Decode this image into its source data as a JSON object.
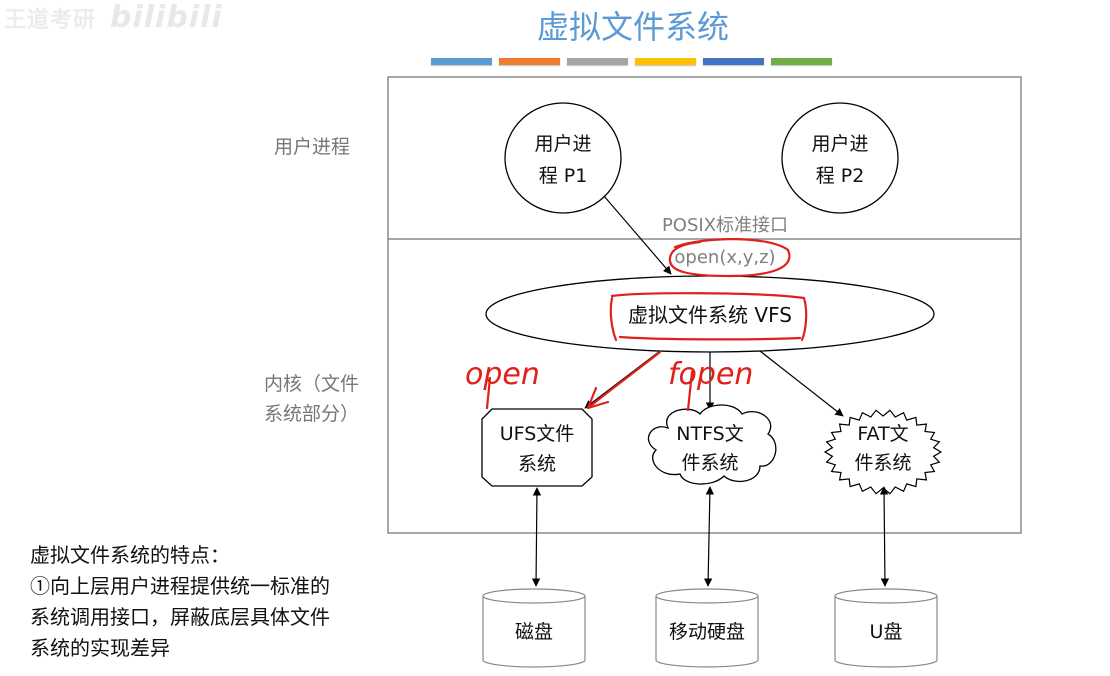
{
  "watermark": {
    "text": "王道考研",
    "brand": "bilibili"
  },
  "title": "虚拟文件系统",
  "accent_bars": [
    "#5b9bd5",
    "#ed7d31",
    "#a5a5a5",
    "#ffc000",
    "#4472c4",
    "#70ad47"
  ],
  "layers": {
    "user": "用户进程",
    "kernel_line1": "内核（文件",
    "kernel_line2": "系统部分）"
  },
  "processes": [
    {
      "line1": "用户进",
      "line2": "程 P1"
    },
    {
      "line1": "用户进",
      "line2": "程 P2"
    }
  ],
  "interface": {
    "label": "POSIX标准接口",
    "call": "open(x,y,z)"
  },
  "vfs": {
    "label": "虚拟文件系统 VFS"
  },
  "filesystems": [
    {
      "line1": "UFS文件",
      "line2": "系统",
      "shape": "octagon"
    },
    {
      "line1": "NTFS文",
      "line2": "件系统",
      "shape": "cloud"
    },
    {
      "line1": "FAT文",
      "line2": "件系统",
      "shape": "starburst"
    }
  ],
  "devices": [
    "磁盘",
    "移动硬盘",
    "U盘"
  ],
  "annotations": {
    "color": "#e0201b",
    "open": "open",
    "fopen": "fopen"
  },
  "features": {
    "heading": "虚拟文件系统的特点：",
    "lines": [
      "①向上层用户进程提供统一标准的",
      "系统调用接口，屏蔽底层具体文件",
      "系统的实现差异"
    ]
  }
}
